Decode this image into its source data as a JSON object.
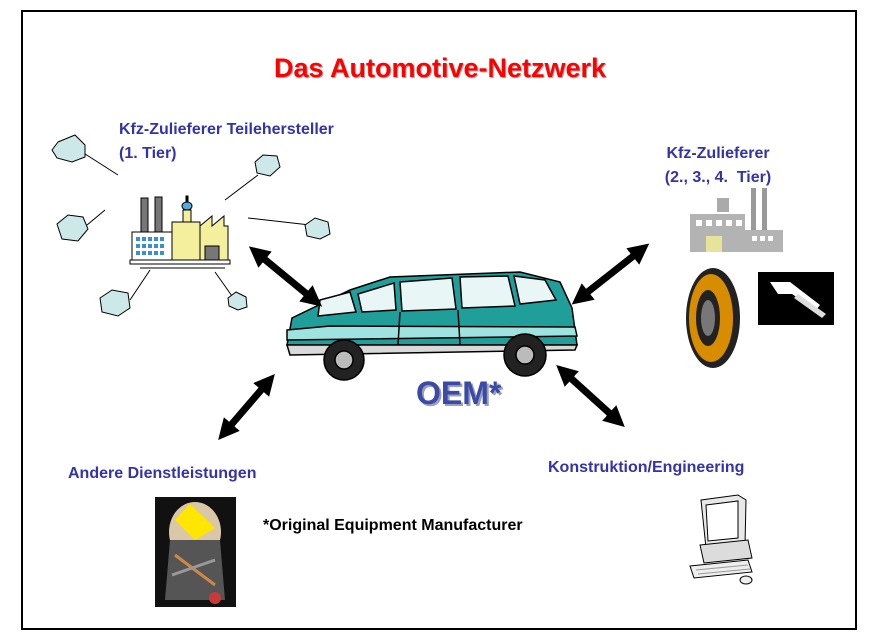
{
  "title": "Das Automotive-Netzwerk",
  "nodes": {
    "tier1": [
      "Kfz-Zulieferer Teilehersteller",
      "(1. Tier)"
    ],
    "tier2": [
      "Kfz-Zulieferer",
      "(2., 3., 4.  Tier)"
    ],
    "services": "Andere Dienstleistungen",
    "engineering": "Konstruktion/Engineering",
    "center": "OEM*"
  },
  "footnote": "*Original Equipment Manufacturer",
  "colors": {
    "title": "#ff0000",
    "labels": "#3333aa",
    "oem": "#3a4aa6",
    "car_body": "#1f9e9a",
    "arrows": "#000000",
    "network_nodes": "#cde8e8"
  },
  "icons": [
    "car-icon",
    "factory-icon",
    "gray-factory-icon",
    "tire-icon",
    "paintbrush-icon",
    "crash-test-dummy-icon",
    "computer-icon",
    "double-arrow-icon"
  ]
}
